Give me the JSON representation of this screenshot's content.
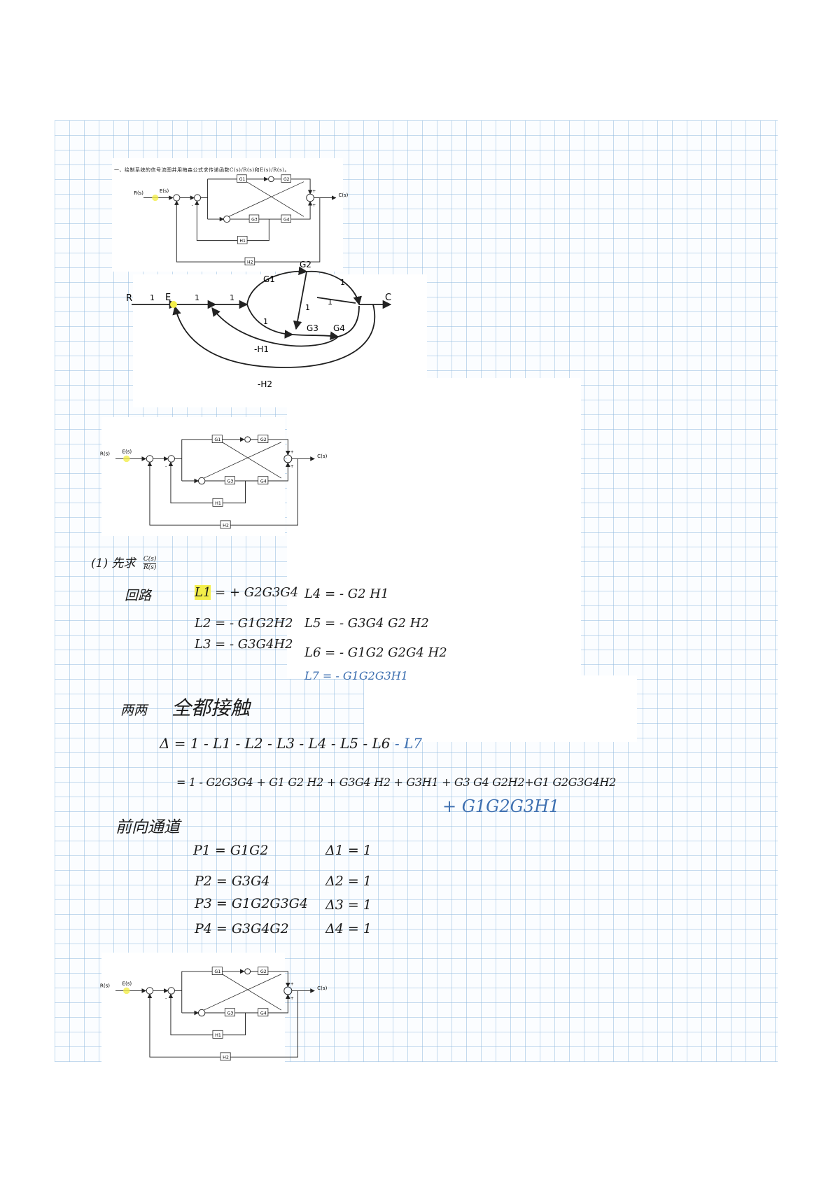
{
  "problem": {
    "statement": "一、绘制系统的信号流图并用梅森公式求传递函数C(s)/R(s)和E(s)/R(s)。"
  },
  "block_diagram": {
    "input": "R(s)",
    "error": "E(s)",
    "output": "C(s)",
    "blocks": [
      "G1",
      "G2",
      "G3",
      "G4",
      "H1",
      "H2"
    ],
    "signs": [
      "+",
      "-",
      "+",
      "+"
    ]
  },
  "signal_flow_graph": {
    "nodes": [
      "R",
      "E",
      "C"
    ],
    "gains": [
      "1",
      "1",
      "1",
      "G1",
      "G2",
      "G3",
      "G4",
      "1",
      "1",
      "1",
      "1",
      "-H1",
      "-H2"
    ]
  },
  "part1": {
    "heading": "(1) 先求",
    "fraction_num": "C(s)",
    "fraction_den": "R(s)"
  },
  "loops": {
    "label": "回路",
    "items": [
      {
        "name": "L1",
        "expr": "= + G2G3G4"
      },
      {
        "name": "L2",
        "expr": "= - G1G2H2"
      },
      {
        "name": "L3",
        "expr": "= - G3G4H2"
      },
      {
        "name": "L4",
        "expr": "= - G2 H1"
      },
      {
        "name": "L5",
        "expr": "= - G3G4 G2 H2"
      },
      {
        "name": "L6",
        "expr": "= - G1G2 G2G4 H2"
      },
      {
        "name": "L7",
        "expr": "= - G1G2G3H1"
      }
    ]
  },
  "touching": {
    "label": "两两",
    "text": "全都接触"
  },
  "delta": {
    "line1": "Δ = 1 - L1 - L2 - L3 - L4 - L5 - L6",
    "line1_add": "- L7",
    "line2": "= 1 - G2G3G4 + G1 G2 H2 + G3G4 H2 + G3H1 + G3 G4 G2H2+G1 G2G3G4H2",
    "line3": "+ G1G2G3H1"
  },
  "forward": {
    "label": "前向通道",
    "paths": [
      {
        "p": "P1 = G1G2",
        "d": "Δ1 = 1"
      },
      {
        "p": "P2 = G3G4",
        "d": "Δ2 = 1"
      },
      {
        "p": "P3 = G1G2G3G4",
        "d": "Δ3 = 1"
      },
      {
        "p": "P4 = G3G4G2",
        "d": "Δ4 = 1"
      }
    ]
  },
  "colors": {
    "ink": "#1a1a1a",
    "blue_ink": "#3d6fb0",
    "highlight": "#f3ee4a",
    "grid": "#96bee1"
  }
}
